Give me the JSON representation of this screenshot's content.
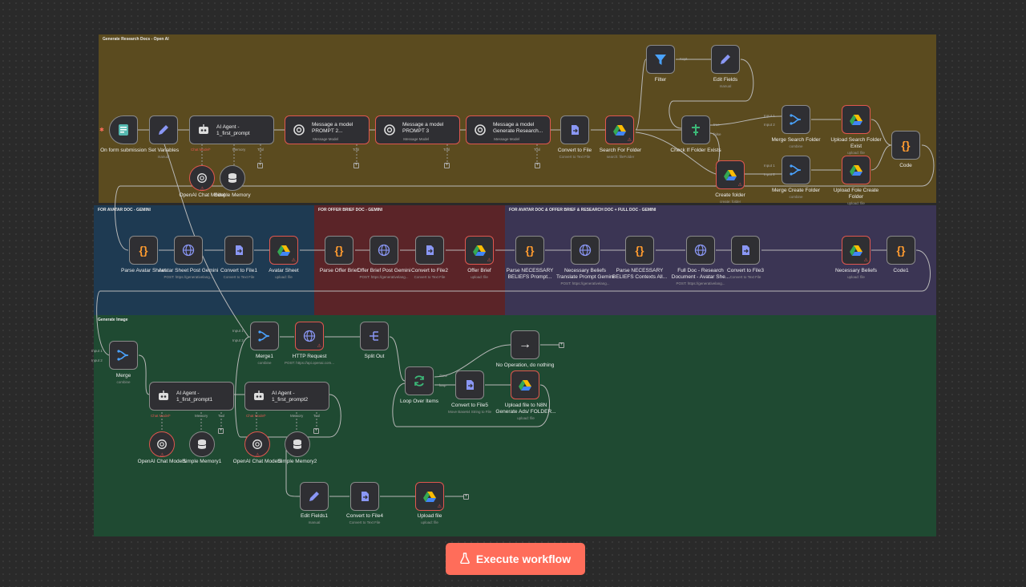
{
  "stickies": [
    {
      "id": "s1",
      "title": "Generate Research Docs - Open AI",
      "color": "#5b4b1f"
    },
    {
      "id": "s2",
      "title": "FOR AVATAR DOC - GEMINI",
      "color": "#1e3a52"
    },
    {
      "id": "s3",
      "title": "FOR OFFER BRIEF DOC - GEMINI",
      "color": "#5b2428"
    },
    {
      "id": "s4",
      "title": "FOR AVATAR DOC & OFFER BRIEF & RESEARCH DOC + FULL DOC - GEMINI",
      "color": "#3b3554"
    },
    {
      "id": "s5",
      "title": "Generate Image",
      "color": "#1f4a32"
    }
  ],
  "nodes": {
    "form": {
      "label": "On form submission",
      "icon": "form-icon",
      "color": "#55b8b0"
    },
    "setvars": {
      "label": "Set Variables",
      "sub": "manual",
      "icon": "pencil-icon",
      "color": "#7e8df0"
    },
    "agent1": {
      "title1": "AI Agent -",
      "title2": "1_first_prompt",
      "icon": "robot-icon"
    },
    "msg1": {
      "title1": "Message a model",
      "title2": "PROMPT 2...",
      "sub": "Message Model",
      "icon": "openai-icon"
    },
    "msg2": {
      "title1": "Message a model",
      "title2": "PROMPT 3",
      "sub": "Message Model",
      "icon": "openai-icon"
    },
    "msg3": {
      "title1": "Message a model",
      "title2": "Generate Research...",
      "sub": "Message Model",
      "icon": "openai-icon"
    },
    "conv1": {
      "label": "Convert to File",
      "sub": "Convert to Text File",
      "icon": "file-icon"
    },
    "search": {
      "label": "Search For Folder",
      "sub": "search: fileFolder",
      "icon": "gdrive-icon"
    },
    "filter": {
      "label": "Filter",
      "icon": "filter-icon"
    },
    "editf": {
      "label": "Edit Fields",
      "sub": "manual",
      "icon": "pencil-icon"
    },
    "check": {
      "label": "Check If Folder Exists",
      "icon": "if-icon"
    },
    "mergesearch": {
      "label": "Merge Search Folder",
      "sub": "combine",
      "icon": "merge-icon"
    },
    "uploadsearch": {
      "label": "Upload Search Folder Exist",
      "sub": "upload: file",
      "icon": "gdrive-icon"
    },
    "code": {
      "label": "Code",
      "icon": "code-icon"
    },
    "createfolder": {
      "label": "Create folder",
      "sub": "create: folder",
      "icon": "gdrive-icon"
    },
    "mergecreate": {
      "label": "Merge Create Folder",
      "sub": "combine",
      "icon": "merge-icon"
    },
    "uploadcreate": {
      "label": "Upload Fole Create Folder",
      "sub": "upload: file",
      "icon": "gdrive-icon"
    },
    "openai1": {
      "label": "OpenAI Chat Model",
      "icon": "openai-icon"
    },
    "mem1": {
      "label": "Simple Memory",
      "icon": "db-icon"
    },
    "parseav": {
      "label": "Parse Avatar Sheet",
      "icon": "code-icon"
    },
    "avpost": {
      "label": "Avatar Sheet Post Gemini",
      "sub": "POST: https://generativelang...",
      "icon": "globe-icon"
    },
    "conv2": {
      "label": "Convert to File1",
      "sub": "Convert to Text File",
      "icon": "file-icon"
    },
    "avsheet": {
      "label": "Avatar Sheet",
      "sub": "upload: file",
      "icon": "gdrive-icon"
    },
    "parseoffer": {
      "label": "Parse Offer Brief",
      "icon": "code-icon"
    },
    "offerpost": {
      "label": "Offer Brief Post Gemini",
      "sub": "POST: https://generativelang...",
      "icon": "globe-icon"
    },
    "conv3": {
      "label": "Convert to File2",
      "sub": "Convert to Text File",
      "icon": "file-icon"
    },
    "offerbrief": {
      "label": "Offer Brief",
      "sub": "upload: file",
      "icon": "gdrive-icon"
    },
    "parsenec": {
      "label": "Parse NECESSARY BELIEFS Prompt...",
      "icon": "code-icon"
    },
    "necbel": {
      "label": "Necessary Beliefs Translate Prompt Gemini",
      "sub": "POST: https://generativelang...",
      "icon": "globe-icon"
    },
    "parsenec2": {
      "label": "Parse NECESSARY BELIEFS Contexts All...",
      "icon": "code-icon"
    },
    "fulldoc": {
      "label": "Full Doc - Research Document - Avatar She...",
      "sub": "POST: https://generativelang...",
      "icon": "globe-icon"
    },
    "conv4": {
      "label": "Convert to File3",
      "sub": "Convert to Text File",
      "icon": "file-icon"
    },
    "necbel2": {
      "label": "Necessary Beliefs",
      "sub": "upload: file",
      "icon": "gdrive-icon"
    },
    "code1": {
      "label": "Code1",
      "icon": "code-icon"
    },
    "merge": {
      "label": "Merge",
      "sub": "combine",
      "icon": "merge-icon"
    },
    "merge1": {
      "label": "Merge1",
      "sub": "combine",
      "icon": "merge-icon"
    },
    "http": {
      "label": "HTTP Request",
      "sub": "POST: https://api.openai.com...",
      "icon": "globe-icon"
    },
    "splitout": {
      "label": "Split Out",
      "icon": "split-icon"
    },
    "loop": {
      "label": "Loop Over Items",
      "icon": "loop-icon"
    },
    "noop": {
      "label": "No Operation, do nothing",
      "icon": "arrow-icon"
    },
    "conv5": {
      "label": "Convert to File5",
      "sub": "Move Base64 String to File",
      "icon": "file-icon"
    },
    "upload8n": {
      "label": "Upload file to N8N Generate Ads/ FOLDER...",
      "sub": "upload: file",
      "icon": "gdrive-icon"
    },
    "agent2": {
      "title1": "AI Agent -",
      "title2": "1_first_prompt1",
      "icon": "robot-icon"
    },
    "agent3": {
      "title1": "AI Agent -",
      "title2": "1_first_prompt2",
      "icon": "robot-icon"
    },
    "openai2": {
      "label": "OpenAI Chat Model1",
      "icon": "openai-icon"
    },
    "mem2": {
      "label": "Simple Memory1",
      "icon": "db-icon"
    },
    "openai3": {
      "label": "OpenAI Chat Model2",
      "icon": "openai-icon"
    },
    "mem3": {
      "label": "Simple Memory2",
      "icon": "db-icon"
    },
    "editf1": {
      "label": "Edit Fields1",
      "sub": "manual",
      "icon": "pencil-icon"
    },
    "conv6": {
      "label": "Convert to File4",
      "sub": "Convert to Text File",
      "icon": "file-icon"
    },
    "uploadfile": {
      "label": "Upload file",
      "sub": "upload: file",
      "icon": "gdrive-icon"
    }
  },
  "handles": {
    "chat_model": "Chat Model*",
    "model": "Model",
    "memory": "Memory",
    "tool": "Tool",
    "true": "true",
    "false": "false",
    "input1": "Input 1",
    "input2": "Input 2",
    "done": "done",
    "loop": "loop",
    "kept": "Kept"
  },
  "execute": {
    "label": "Execute workflow",
    "icon": "flask-icon"
  }
}
